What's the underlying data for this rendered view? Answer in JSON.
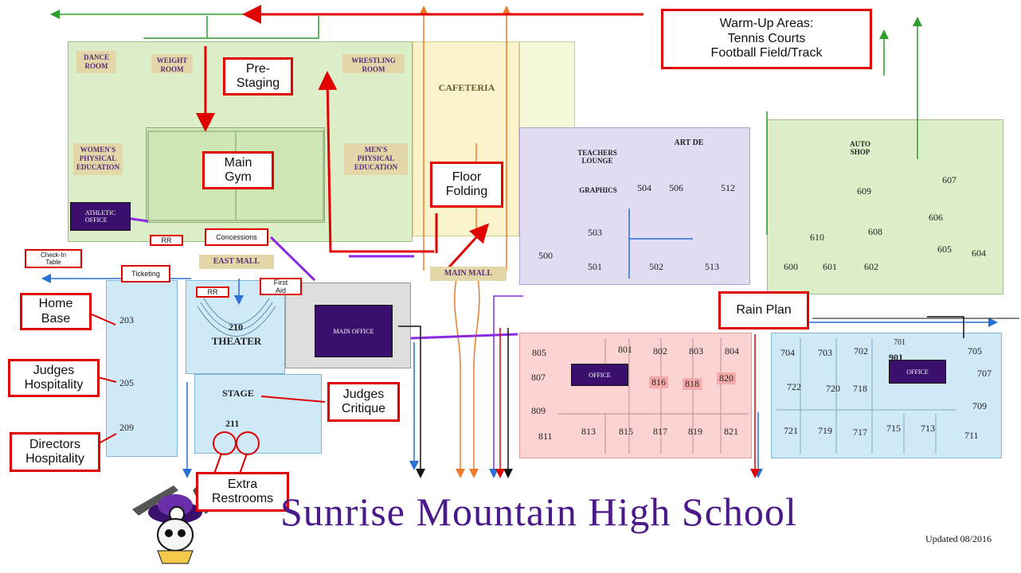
{
  "school_name": "Sunrise Mountain High School",
  "updated": "Updated 08/2016",
  "callouts": {
    "warmup": "Warm-Up Areas:\nTennis Courts\nFootball Field/Track",
    "prestaging": "Pre-\nStaging",
    "main_gym": "Main\nGym",
    "floor_folding": "Floor\nFolding",
    "concessions": "Concessions",
    "rr1": "RR",
    "rr2": "RR",
    "checkin": "Check-In\nTable",
    "ticketing": "Ticketing",
    "first_aid": "First\nAid",
    "home_base": "Home\nBase",
    "judges_hospitality": "Judges\nHospitality",
    "directors_hospitality": "Directors\nHospitality",
    "judges_critique": "Judges\nCritique",
    "extra_restrooms": "Extra\nRestrooms",
    "rain_plan": "Rain Plan"
  },
  "areas": {
    "dance_room": "DANCE\nROOM",
    "weight_room": "WEIGHT\nROOM",
    "wrestling_room": "WRESTLING\nROOM",
    "cafeteria": "CAFETERIA",
    "womens_pe": "WOMEN'S\nPHYSICAL\nEDUCATION",
    "mens_pe": "MEN'S\nPHYSICAL\nEDUCATION",
    "athletic_office": "ATHLETIC\nOFFICE",
    "east_mall": "EAST MALL",
    "main_mall": "MAIN MALL",
    "main_office": "MAIN OFFICE",
    "theater": "THEATER",
    "stage": "STAGE",
    "teachers_lounge": "TEACHERS\nLOUNGE",
    "graphics": "GRAPHICS",
    "art": "ART DE",
    "auto_shop": "AUTO\nSHOP",
    "office1": "OFFICE",
    "office2": "OFFICE"
  },
  "rooms": [
    "203",
    "205",
    "209",
    "210",
    "211",
    "500",
    "501",
    "502",
    "503",
    "504",
    "506",
    "512",
    "513",
    "601",
    "602",
    "604",
    "605",
    "606",
    "607",
    "608",
    "609",
    "610",
    "600",
    "701",
    "702",
    "703",
    "704",
    "705",
    "707",
    "709",
    "711",
    "713",
    "715",
    "717",
    "718",
    "719",
    "720",
    "721",
    "722",
    "801",
    "802",
    "803",
    "804",
    "805",
    "807",
    "809",
    "811",
    "813",
    "815",
    "817",
    "819",
    "821",
    "816",
    "818",
    "820",
    "901"
  ]
}
